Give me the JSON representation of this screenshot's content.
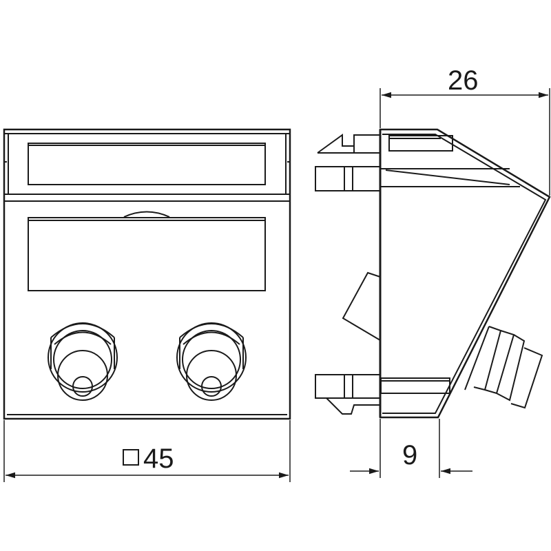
{
  "dimensions": {
    "width_value": "45",
    "width_symbol": "square",
    "depth_value": "26",
    "offset_value": "9"
  },
  "colors": {
    "line": "#1a1a1a",
    "background": "#ffffff"
  }
}
